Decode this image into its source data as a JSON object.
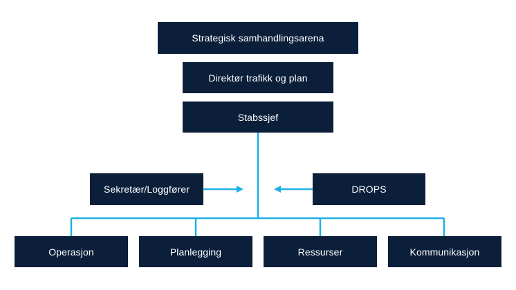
{
  "colors": {
    "box": "#0b1f3a",
    "text": "#ffffff",
    "connector": "#1ab0e6"
  },
  "org_chart": {
    "top": {
      "strategic": "Strategisk samhandlingsarena",
      "director": "Direktør trafikk og plan",
      "chief_of_staff": "Stabssjef"
    },
    "staff": {
      "secretary": "Sekretær/Loggfører",
      "drops": "DROPS"
    },
    "sections": [
      "Operasjon",
      "Planlegging",
      "Ressurser",
      "Kommunikasjon"
    ]
  }
}
